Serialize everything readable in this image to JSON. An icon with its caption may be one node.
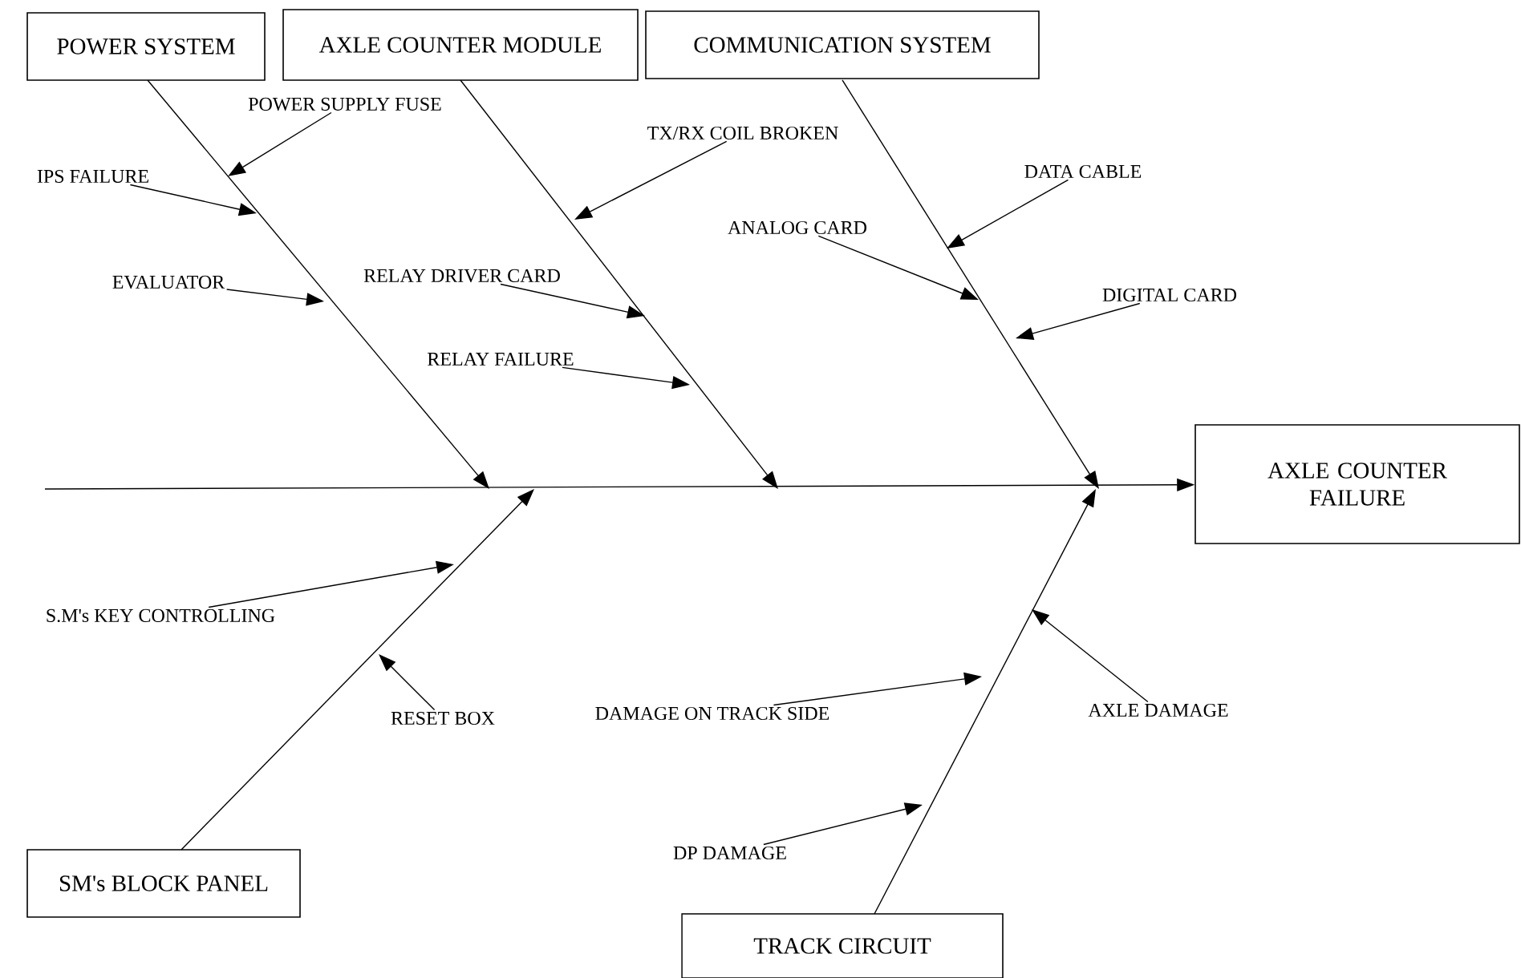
{
  "diagram": {
    "nodes": [
      {
        "text": [
          "POWER SYSTEM"
        ]
      },
      {
        "text": [
          "AXLE COUNTER MODULE"
        ]
      },
      {
        "text": [
          "COMMUNICATION SYSTEM"
        ]
      },
      {
        "text": [
          "AXLE COUNTER FAILURE"
        ]
      },
      {
        "text": [
          "SM's BLOCK PANEL"
        ]
      },
      {
        "text": [
          "TRACK CIRCUIT"
        ]
      },
      {
        "text": [
          "POWER SUPPLY FUSE"
        ]
      },
      {
        "text": [
          "IPS FAILURE"
        ]
      },
      {
        "text": [
          "EVALUATOR"
        ]
      },
      {
        "text": [
          "TX/RX COIL BROKEN"
        ]
      },
      {
        "text": [
          "RELAY DRIVER CARD"
        ]
      },
      {
        "text": [
          "RELAY FAILURE"
        ]
      },
      {
        "text": [
          "ANALOG CARD"
        ]
      },
      {
        "text": [
          "DATA CABLE"
        ]
      },
      {
        "text": [
          "DIGITAL CARD"
        ]
      },
      {
        "text": [
          "S.M's KEY CONTROLLING"
        ]
      },
      {
        "text": [
          "RESET BOX"
        ]
      },
      {
        "text": [
          "DAMAGE ON TRACK SIDE"
        ]
      },
      {
        "text": [
          "AXLE DAMAGE"
        ]
      },
      {
        "text": [
          "DP DAMAGE"
        ]
      }
    ],
    "edges": [
      {
        "from": null,
        "to": 3,
        "arrow": "to"
      },
      {
        "from": 0,
        "to": null,
        "arrow": "to"
      },
      {
        "from": 1,
        "to": null,
        "arrow": "to"
      },
      {
        "from": 2,
        "to": null,
        "arrow": "to"
      },
      {
        "from": 4,
        "to": null,
        "arrow": "to"
      },
      {
        "from": 5,
        "to": null,
        "arrow": "to"
      },
      {
        "from": 6,
        "to": null,
        "arrow": "to"
      },
      {
        "from": 7,
        "to": null,
        "arrow": "to"
      },
      {
        "from": 8,
        "to": null,
        "arrow": "to"
      },
      {
        "from": 9,
        "to": null,
        "arrow": "to"
      },
      {
        "from": 10,
        "to": null,
        "arrow": "to"
      },
      {
        "from": 11,
        "to": null,
        "arrow": "to"
      },
      {
        "from": 12,
        "to": null,
        "arrow": "to"
      },
      {
        "from": 13,
        "to": null,
        "arrow": "to"
      },
      {
        "from": 14,
        "to": null,
        "arrow": "to"
      },
      {
        "from": 15,
        "to": null,
        "arrow": "to"
      },
      {
        "from": 16,
        "to": null,
        "arrow": "to"
      },
      {
        "from": 17,
        "to": null,
        "arrow": "to"
      },
      {
        "from": 18,
        "to": null,
        "arrow": "to"
      },
      {
        "from": 19,
        "to": null,
        "arrow": "to"
      }
    ]
  }
}
